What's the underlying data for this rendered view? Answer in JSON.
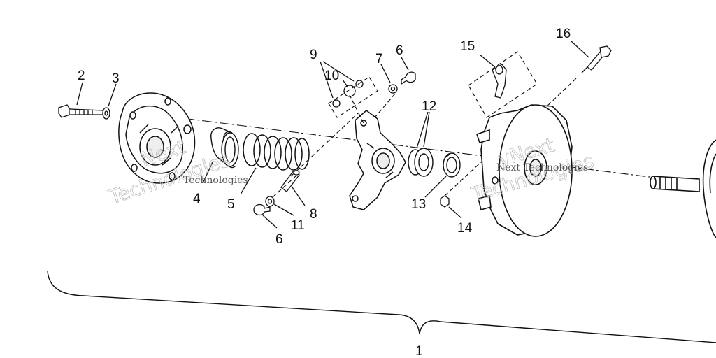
{
  "callouts": {
    "c1": "1",
    "c2": "2",
    "c3": "3",
    "c4": "4",
    "c5": "5",
    "c6a": "6",
    "c6b": "6",
    "c7": "7",
    "c8": "8",
    "c9": "9",
    "c10": "10",
    "c11": "11",
    "c12": "12",
    "c13": "13",
    "c14": "14",
    "c15": "15",
    "c16": "16"
  },
  "watermark": {
    "left_large_1": "Next",
    "left_large_2": "Technologies",
    "left_small": "Technologies",
    "right_large_1": "yNext",
    "right_large_2": "Technologies",
    "right_small": "Next Technologies"
  }
}
